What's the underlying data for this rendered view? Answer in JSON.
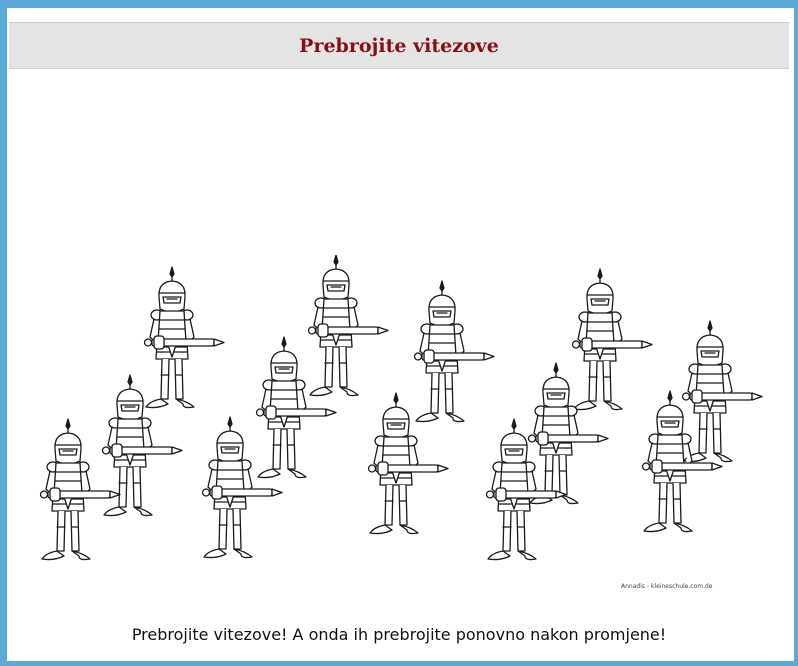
{
  "page": {
    "title": "Prebrojite vitezove",
    "caption": "Prebrojite vitezove! A onda ih prebrojite ponovno nakon promjene!",
    "image_credit": "Annadis - kleineschule.com.de"
  },
  "image": {
    "subject": "knight-figures",
    "count": 13
  },
  "colors": {
    "frame_border": "#5aaad8",
    "title_text": "#8b0d14",
    "title_bar_bg": "#e4e4e4"
  }
}
